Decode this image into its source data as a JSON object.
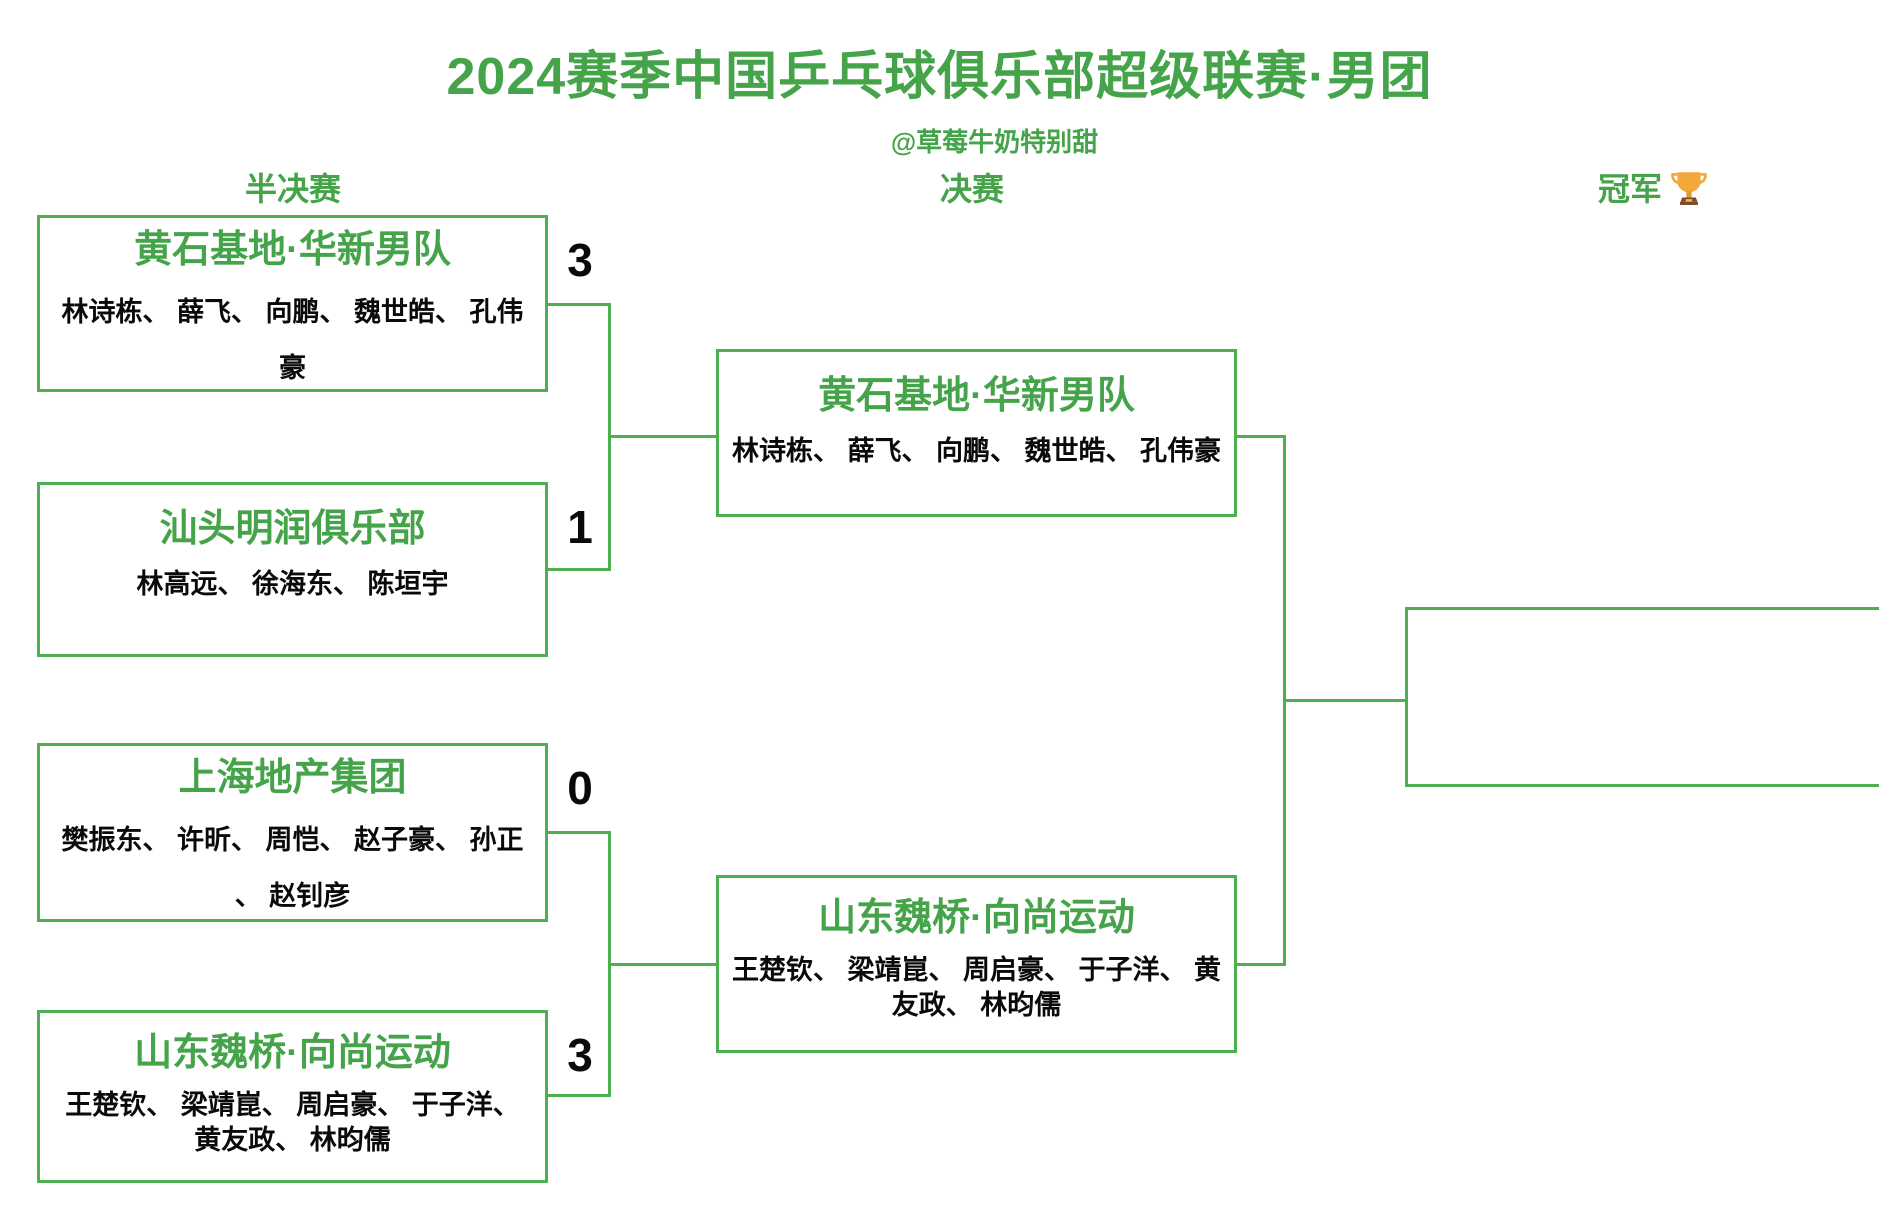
{
  "page": {
    "title": "2024赛季中国乒乓球俱乐部超级联赛·男团",
    "subtitle": "@草莓牛奶特别甜"
  },
  "columns": {
    "semifinal": "半决赛",
    "final": "决赛",
    "champion": "冠军",
    "champion_icon": "trophy-icon"
  },
  "colors": {
    "accent_green": "#4CAF50",
    "title_green": "#45A34A",
    "player_black": "#0A0A0A",
    "trophy_gold": "#F2A93B",
    "trophy_brown": "#7B4B28"
  },
  "semifinals": [
    {
      "teams": [
        {
          "name": "黄石基地·华新男队",
          "players": "林诗栋、 薛飞、 向鹏、 魏世皓、 孔伟\n豪",
          "score": "3"
        },
        {
          "name": "汕头明润俱乐部",
          "players": "林高远、 徐海东、 陈垣宇",
          "score": "1"
        }
      ]
    },
    {
      "teams": [
        {
          "name": "上海地产集团",
          "players": "樊振东、 许昕、 周恺、 赵子豪、 孙正\n、 赵钊彦",
          "score": "0"
        },
        {
          "name": "山东魏桥·向尚运动",
          "players": "王楚钦、 梁靖崑、 周启豪、 于子洋、\n黄友政、 林昀儒",
          "score": "3"
        }
      ]
    }
  ],
  "finals": [
    {
      "name": "黄石基地·华新男队",
      "players": "林诗栋、 薛飞、 向鹏、 魏世皓、 孔伟豪"
    },
    {
      "name": "山东魏桥·向尚运动",
      "players": "王楚钦、 梁靖崑、 周启豪、 于子洋、 黄\n友政、 林昀儒"
    }
  ],
  "champion": {
    "name": ""
  }
}
